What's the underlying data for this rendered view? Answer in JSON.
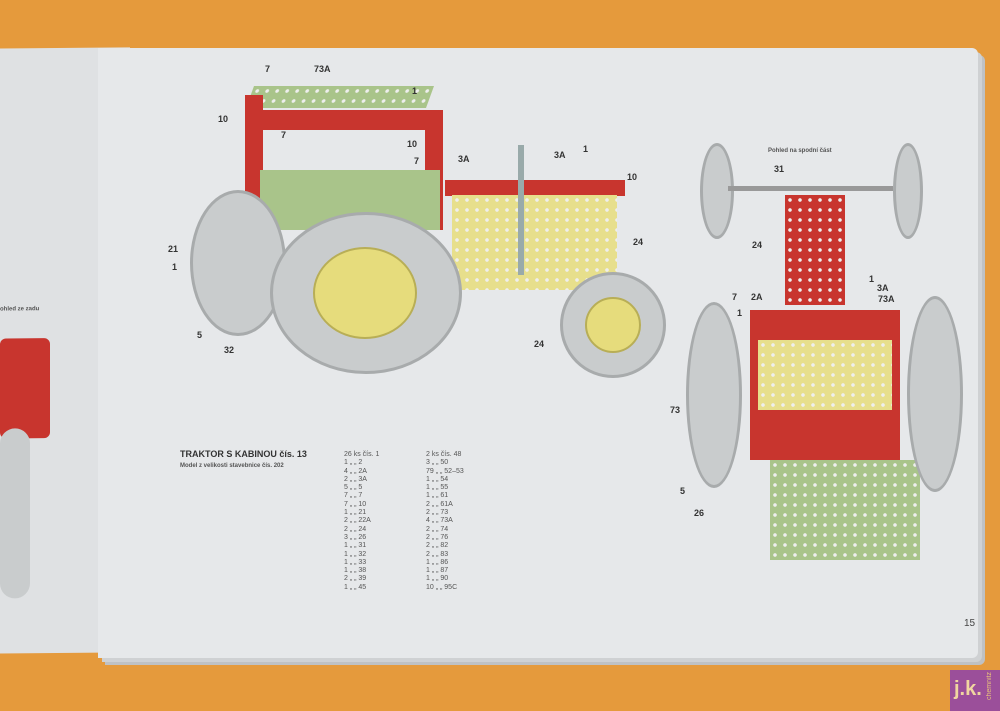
{
  "left_page": {
    "caption": "ohled ze zadu"
  },
  "model": {
    "title": "TRAKTOR S KABINOU čís. 13",
    "subtitle": "Model z velikosti stavebnice čís. 202"
  },
  "parts_col1": [
    "26 ks čís. 1",
    "1 „ „ 2",
    "4 „ „ 2A",
    "2 „ „ 3A",
    "5 „ „ 5",
    "7 „ „ 7",
    "7 „ „ 10",
    "1 „ „ 21",
    "2 „ „ 22A",
    "2 „ „ 24",
    "3 „ „ 26",
    "1 „ „ 31",
    "1 „ „ 32",
    "1 „ „ 33",
    "1 „ „ 38",
    "2 „ „ 39",
    "1 „ „ 45"
  ],
  "parts_col2": [
    "2 ks čís. 48",
    "3 „ „ 50",
    "79 „ „ 52–53",
    "1 „ „ 54",
    "1 „ „ 55",
    "1 „ „ 61",
    "2 „ „ 61A",
    "2 „ „ 73",
    "4 „ „ 73A",
    "2 „ „ 74",
    "2 „ „ 76",
    "2 „ „ 82",
    "2 „ „ 83",
    "1 „ „ 86",
    "1 „ „ 87",
    "1 „ „ 90",
    "10 „ „ 95C"
  ],
  "bottom_view": {
    "caption": "Pohled na spodní část"
  },
  "side_labels": [
    "7",
    "73A",
    "1",
    "10",
    "7",
    "10",
    "7",
    "3A",
    "3A",
    "1",
    "10",
    "24",
    "21",
    "1",
    "5",
    "32",
    "24"
  ],
  "bottom_labels": [
    "31",
    "24",
    "1",
    "3A",
    "7",
    "2A",
    "73A",
    "1",
    "73",
    "5",
    "26"
  ],
  "page_number": "15",
  "watermark": {
    "text": "j.k.",
    "side": "chemnitz"
  }
}
